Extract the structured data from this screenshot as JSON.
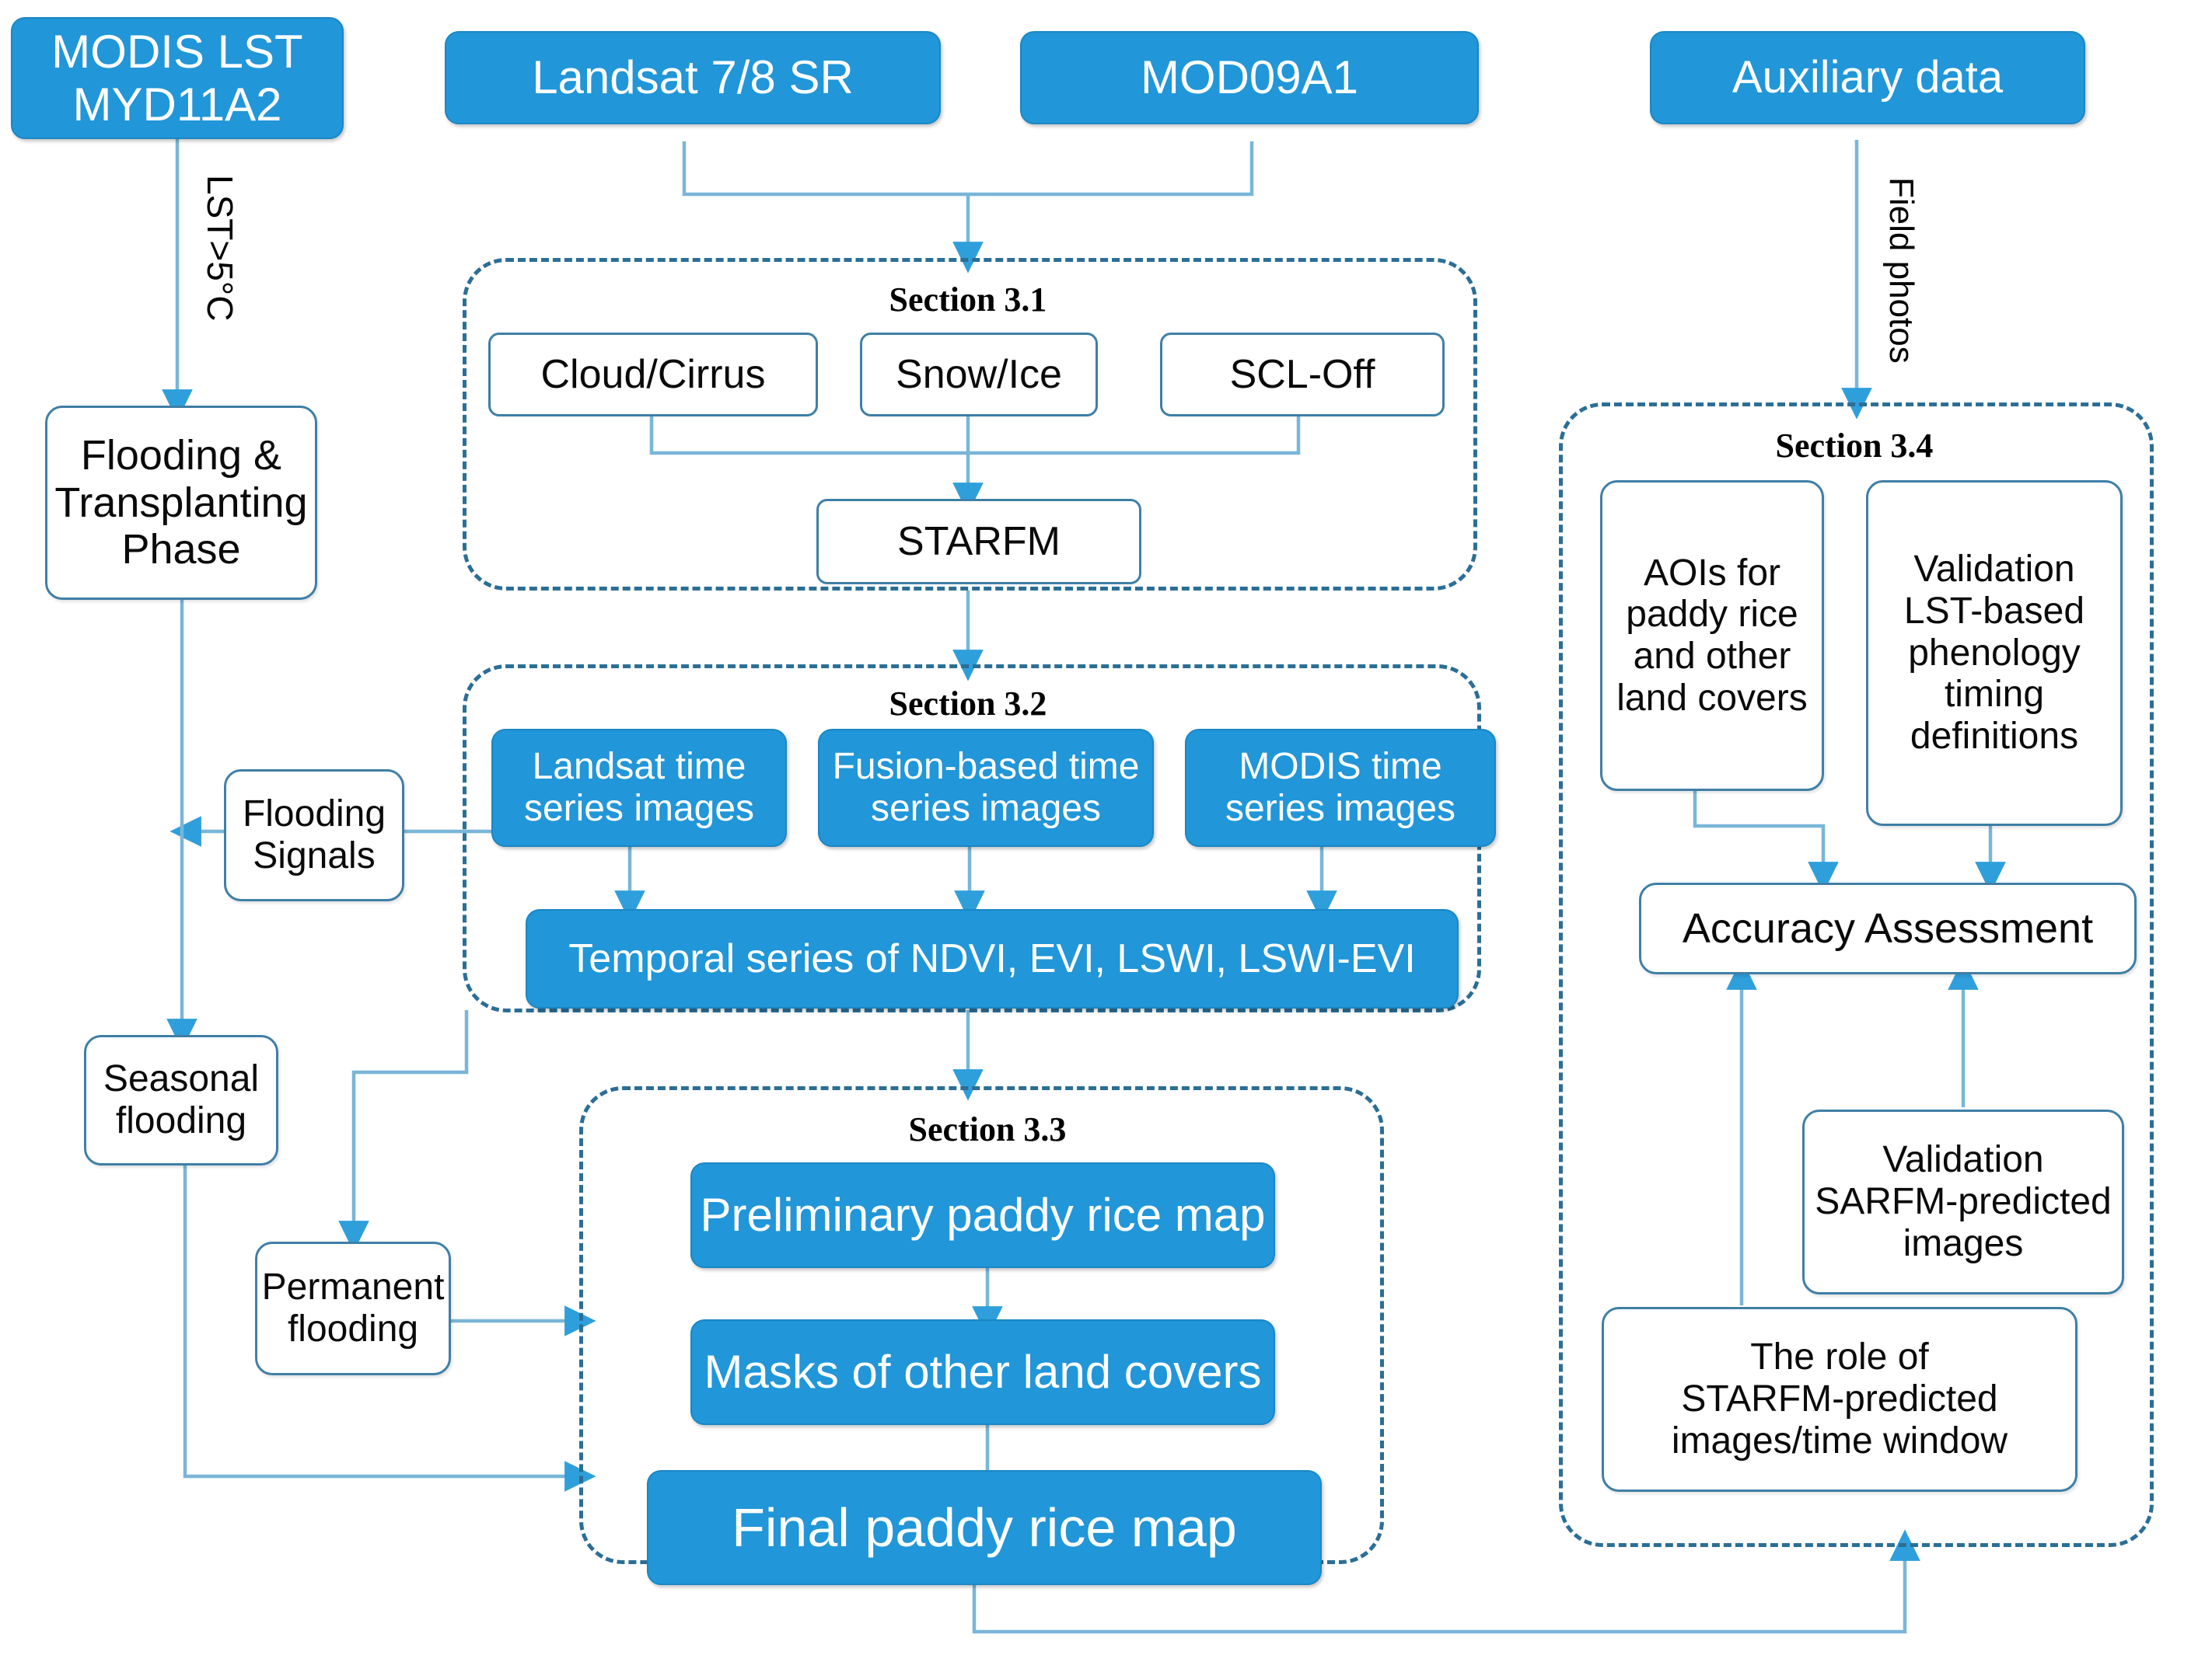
{
  "theme": {
    "fill_blue": "#2196D8",
    "fill_blue_border": "#1b87c4",
    "outline_border": "#3f7fa6",
    "dashed_border": "#2b6e96",
    "arrow_blue": "#2f9fdb",
    "wire_blue": "#79b6d8",
    "text_dark": "#0a0a0a",
    "text_light": "#ffffff",
    "background": "#ffffff"
  },
  "inputs": {
    "modis_lst": "MODIS LST\nMYD11A2",
    "modis_lst_line1": "MODIS LST",
    "modis_lst_line2": "MYD11A2",
    "landsat": "Landsat 7/8 SR",
    "mod09a1": "MOD09A1",
    "auxiliary": "Auxiliary data"
  },
  "edge_labels": {
    "lst_threshold": "LST>5°C",
    "field_photos": "Field photos"
  },
  "left_chain": {
    "flooding_transplanting_l1": "Flooding &",
    "flooding_transplanting_l2": "Transplanting",
    "flooding_transplanting_l3": "Phase",
    "flooding_signals_l1": "Flooding",
    "flooding_signals_l2": "Signals",
    "seasonal_l1": "Seasonal",
    "seasonal_l2": "flooding",
    "permanent_l1": "Permanent",
    "permanent_l2": "flooding"
  },
  "sections": [
    {
      "id": "3.1",
      "title": "Section 3.1",
      "nodes": [
        {
          "label": "Cloud/Cirrus",
          "style": "outline"
        },
        {
          "label": "Snow/Ice",
          "style": "outline"
        },
        {
          "label": "SCL-Off",
          "style": "outline"
        },
        {
          "label": "STARFM",
          "style": "outline"
        }
      ]
    },
    {
      "id": "3.2",
      "title": "Section 3.2",
      "nodes": [
        {
          "label": "Landsat time series images",
          "style": "filled"
        },
        {
          "label": "Fusion-based time series images",
          "style": "filled"
        },
        {
          "label": "MODIS time series images",
          "style": "filled"
        },
        {
          "label": "Temporal series of NDVI, EVI, LSWI, LSWI-EVI",
          "style": "filled"
        }
      ]
    },
    {
      "id": "3.3",
      "title": "Section 3.3",
      "nodes": [
        {
          "label": "Preliminary paddy rice map",
          "style": "filled"
        },
        {
          "label": "Masks of other land covers",
          "style": "filled"
        },
        {
          "label": "Final paddy rice map",
          "style": "filled"
        }
      ]
    },
    {
      "id": "3.4",
      "title": "Section 3.4",
      "nodes": [
        {
          "label": "AOIs for paddy rice and other land covers",
          "style": "outline"
        },
        {
          "label": "Validation LST-based phenology timing definitions",
          "style": "outline"
        },
        {
          "label": "Accuracy Assessment",
          "style": "outline"
        },
        {
          "label": "Validation SARFM-predicted images",
          "style": "outline"
        },
        {
          "label": "The role of STARFM-predicted images/time window",
          "style": "outline"
        }
      ]
    }
  ],
  "s31": {
    "title": "Section 3.1",
    "cloud_cirrus": "Cloud/Cirrus",
    "snow_ice": "Snow/Ice",
    "scl_off": "SCL-Off",
    "starfm": "STARFM"
  },
  "s32": {
    "title": "Section 3.2",
    "landsat_ts_l1": "Landsat time",
    "landsat_ts_l2": "series images",
    "fusion_ts_l1": "Fusion-based time",
    "fusion_ts_l2": "series images",
    "modis_ts_l1": "MODIS time",
    "modis_ts_l2": "series images",
    "temporal_series": "Temporal series of NDVI, EVI, LSWI, LSWI-EVI"
  },
  "s33": {
    "title": "Section 3.3",
    "preliminary_map": "Preliminary paddy rice map",
    "masks": "Masks of other land covers",
    "final_map": "Final paddy rice map"
  },
  "s34": {
    "title": "Section 3.4",
    "aois_l1": "AOIs for",
    "aois_l2": "paddy rice",
    "aois_l3": "and other",
    "aois_l4": "land covers",
    "val_lst_l1": "Validation",
    "val_lst_l2": "LST-based",
    "val_lst_l3": "phenology",
    "val_lst_l4": "timing",
    "val_lst_l5": "definitions",
    "accuracy": "Accuracy Assessment",
    "val_sarfm_l1": "Validation",
    "val_sarfm_l2": "SARFM-predicted",
    "val_sarfm_l3": "images",
    "role_l1": "The role of",
    "role_l2": "STARFM-predicted",
    "role_l3": "images/time window"
  }
}
